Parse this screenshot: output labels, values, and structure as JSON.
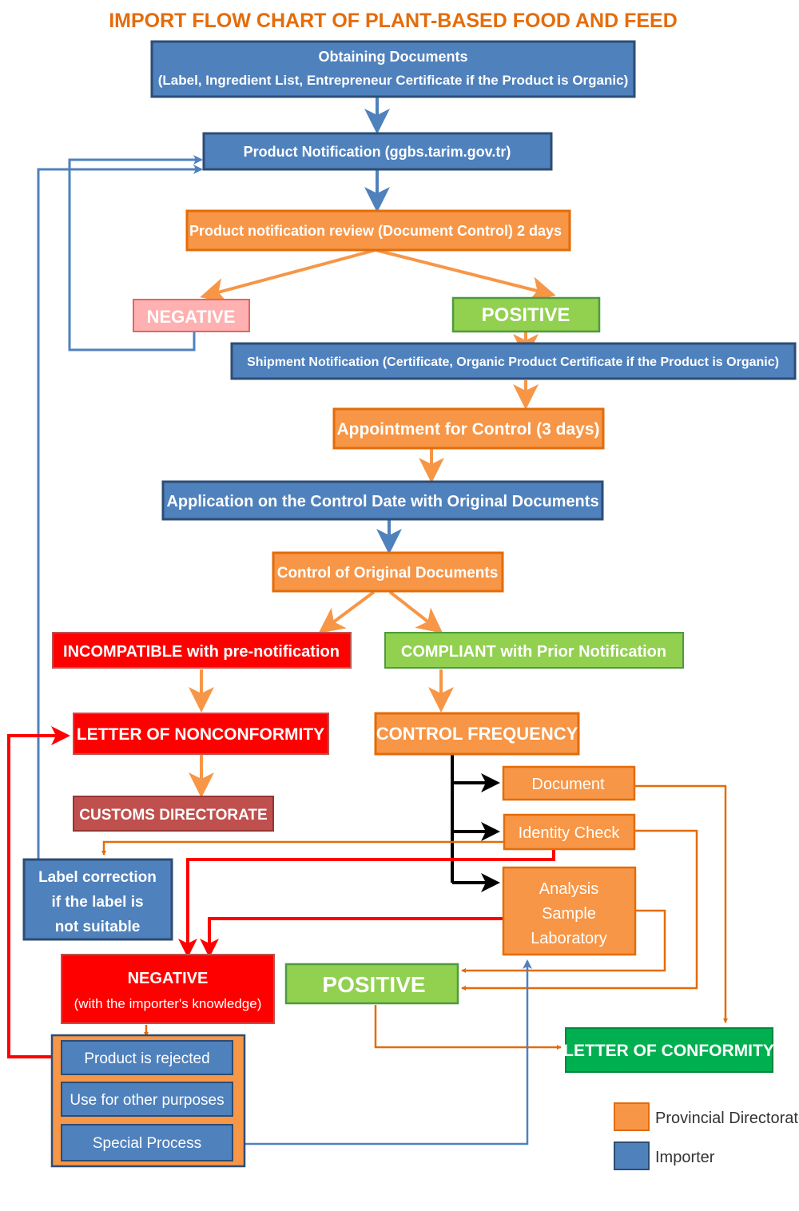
{
  "title": "IMPORT FLOW CHART OF PLANT-BASED FOOD AND FEED",
  "colors": {
    "title": "#E46C0A",
    "orange_fill": "#F79646",
    "orange_border": "#E36C09",
    "blue_fill": "#4F81BD",
    "blue_border": "#2C4D75",
    "green_fill": "#92D050",
    "green_border": "#4F9A3F",
    "dark_green_fill": "#00B050",
    "red_fill": "#FF0000",
    "dark_red_fill": "#C0504D",
    "pink_fill": "#FFB0B0",
    "black_line": "#000000"
  },
  "steps": {
    "obtaining_documents": {
      "line1": "Obtaining Documents",
      "line2": "(Label, Ingredient List, Entrepreneur Certificate if the Product is Organic)"
    },
    "product_notification": "Product Notification (ggbs.tarim.gov.tr)",
    "notification_review": "Product notification review (Document Control) 2 days",
    "negative_review": "NEGATIVE",
    "positive_review": "POSITIVE",
    "shipment_notification": "Shipment Notification (Certificate, Organic Product Certificate if the Product is Organic)",
    "appointment": "Appointment for Control (3 days)",
    "application": "Application on the Control Date with Original Documents",
    "control_original": "Control of Original Documents",
    "incompatible": "INCOMPATIBLE with pre-notification",
    "compliant": "COMPLIANT with Prior Notification",
    "letter_nonconformity": "LETTER OF NONCONFORMITY",
    "customs_directorate": "CUSTOMS DIRECTORATE",
    "control_frequency": "CONTROL FREQUENCY",
    "document_check": "Document",
    "identity_check": "Identity Check",
    "analysis": {
      "line1": "Analysis",
      "line2": "Sample",
      "line3": "Laboratory"
    },
    "label_correction": {
      "line1": "Label correction",
      "line2": "if the label is",
      "line3": "not suitable"
    },
    "negative_final": {
      "line1": "NEGATIVE",
      "line2": "(with the importer's knowledge)"
    },
    "positive_final": "POSITIVE",
    "letter_conformity": "LETTER OF CONFORMITY",
    "outcomes": {
      "rejected": "Product is rejected",
      "other_purposes": "Use for other purposes",
      "special_process": "Special Process"
    }
  },
  "legend": {
    "provincial": "Provincial Directorate",
    "importer": "Importer"
  }
}
